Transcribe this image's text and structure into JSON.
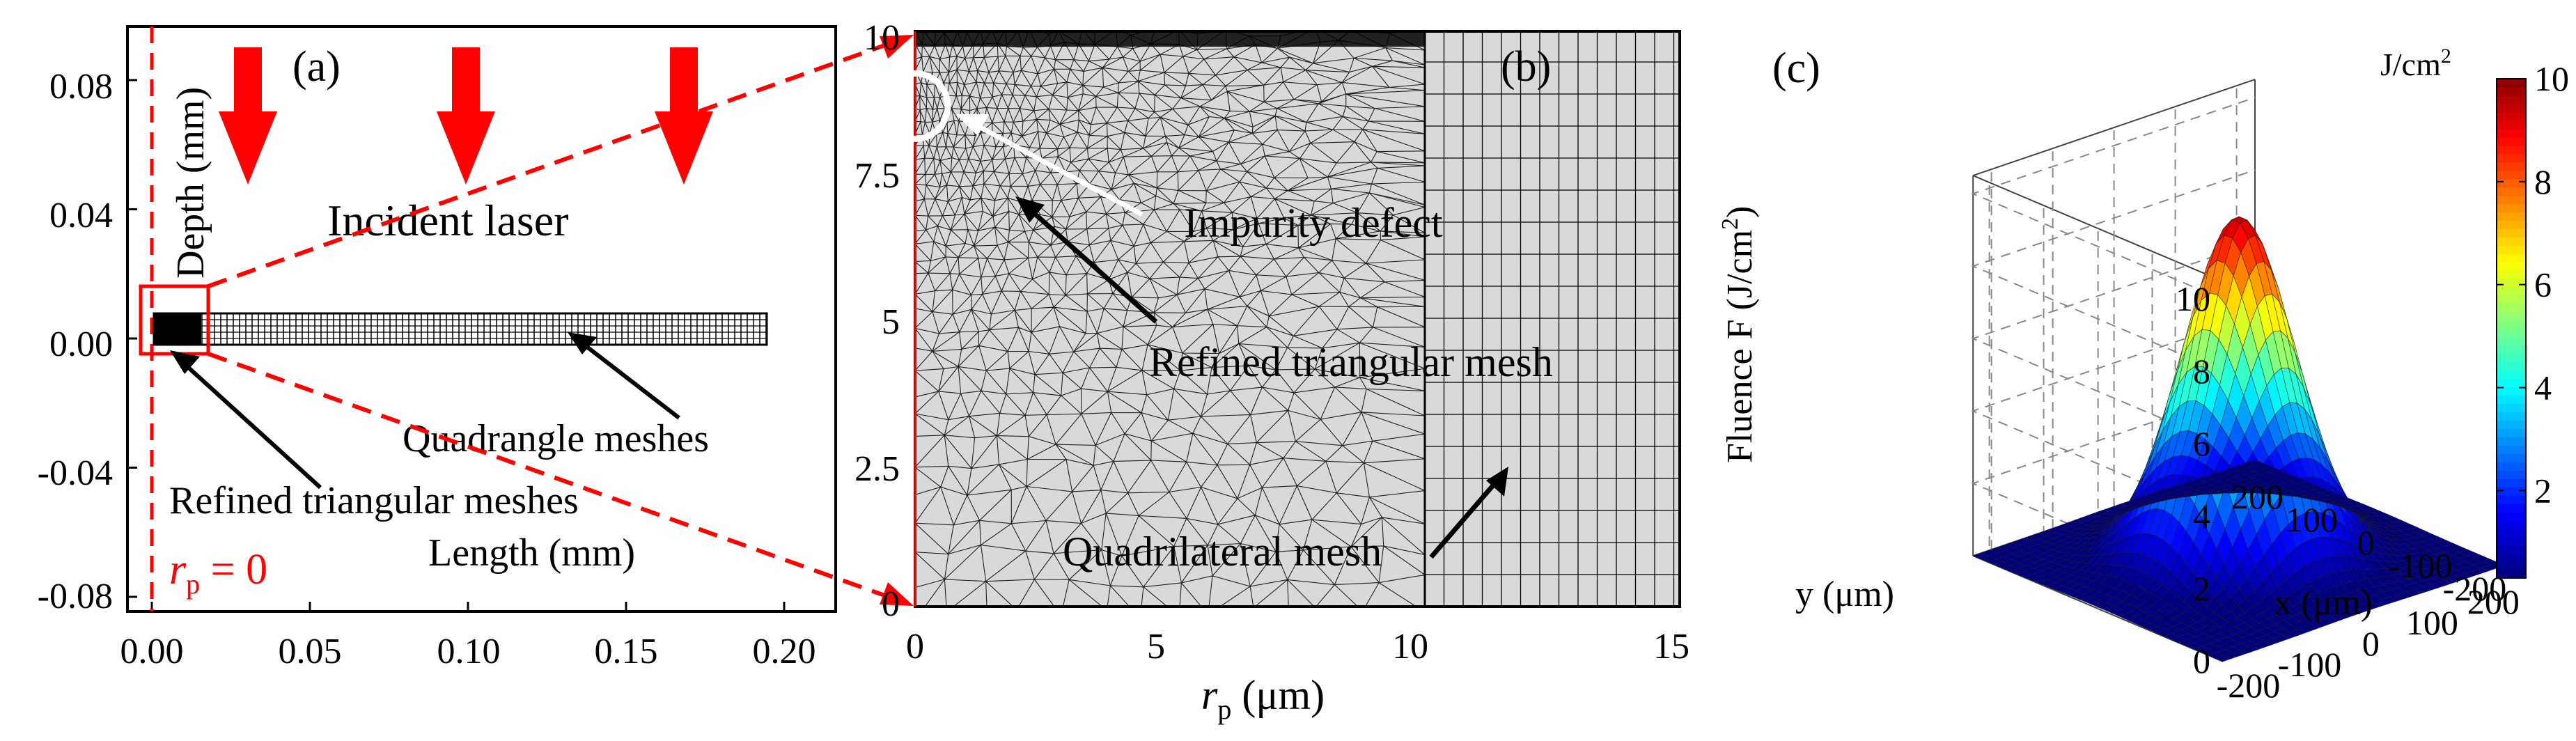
{
  "colors": {
    "laser_arrow": "#ff0000",
    "dashed_lines": "#ff0000",
    "mesh_lines": "#000000",
    "mesh_background": "#d9d9d9",
    "colormap": "jet"
  },
  "chart_data": [
    {
      "panel_label": "(a)",
      "type": "diagram",
      "xlabel": "Length (mm)",
      "ylabel": "Depth (mm)",
      "xlim": [
        -0.005,
        0.21
      ],
      "ylim": [
        -0.085,
        0.1
      ],
      "xticks": [
        "0.00",
        "0.05",
        "0.10",
        "0.15",
        "0.20"
      ],
      "yticks": [
        "0.08",
        "0.04",
        "0.00",
        "-0.04",
        "-0.08"
      ],
      "annotations": {
        "incident_laser": "Incident laser",
        "quadrangle_meshes": "Quadrangle meshes",
        "refined_triangular_meshes": "Refined triangular meshes",
        "rp_symbol": "r",
        "rp_subscript": "p",
        "rp_value": " = 0"
      },
      "laser_arrow_count": 3
    },
    {
      "panel_label": "(b)",
      "type": "mesh",
      "xlabel_symbol": "r",
      "xlabel_subscript": "p",
      "xlabel_unit": " (μm)",
      "xlim": [
        0,
        15
      ],
      "ylim": [
        0,
        10
      ],
      "xticks": [
        "0",
        "5",
        "10",
        "15"
      ],
      "yticks": [
        "0",
        "2.5",
        "5",
        "7.5",
        "10"
      ],
      "annotations": {
        "impurity_defect": "Impurity defect",
        "refined_triangular_mesh": "Refined triangular mesh",
        "quadrilateral_mesh": "Quadrilateral mesh"
      },
      "mesh_boundary_x": 10,
      "defect_center": [
        0,
        8.7
      ],
      "defect_radius": 0.5
    },
    {
      "panel_label": "(c)",
      "type": "surface",
      "zlabel": "Fluence F (J/cm",
      "zlabel_sup": "2",
      "zlabel_end": ")",
      "xlabel": "x (μm)",
      "ylabel": "y (μm)",
      "xticks": [
        "-200",
        "-100",
        "0",
        "100",
        "200"
      ],
      "yticks": [
        "200",
        "100",
        "0",
        "-100",
        "-200"
      ],
      "zticks": [
        "0",
        "2",
        "4",
        "6",
        "8",
        "10"
      ],
      "zlim": [
        0,
        10
      ],
      "peak_fluence": 9.5,
      "gaussian_radius_um": 70,
      "colorbar": {
        "unit": "J/cm",
        "unit_sup": "2",
        "ticks": [
          "2",
          "4",
          "6",
          "8",
          "10"
        ],
        "range": [
          0.3,
          10
        ]
      }
    }
  ]
}
